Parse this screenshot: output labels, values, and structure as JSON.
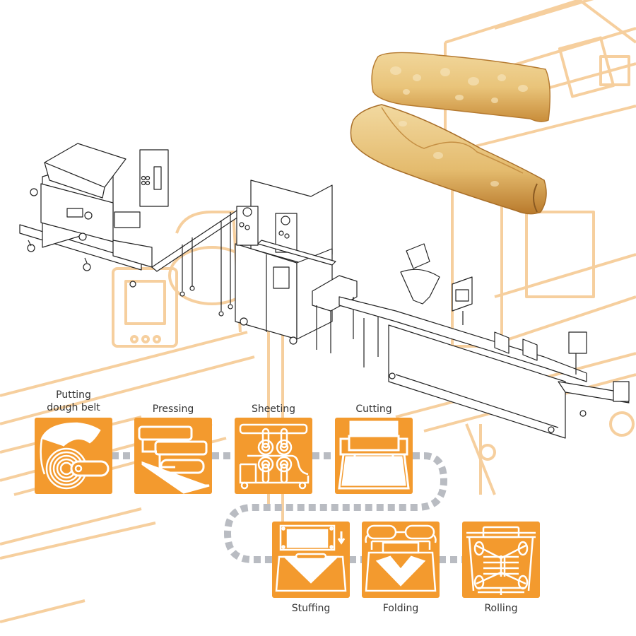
{
  "diagram": {
    "subject": "Egg roll automatic production line",
    "colors": {
      "tile_orange": "#f39a2e",
      "tile_icon": "#ffffff",
      "connector_gray": "#b9bcc2",
      "watermark_orange": "#f6cf9e",
      "label_text": "#333333",
      "machine_line": "#222222"
    },
    "product_image": {
      "name": "fried egg rolls",
      "count": 2
    },
    "machines": [
      {
        "name": "dough-feeder-machine"
      },
      {
        "name": "incline-conveyor"
      },
      {
        "name": "sheeting-machine"
      },
      {
        "name": "cutting-stuffing-folding-rolling-machine"
      }
    ],
    "steps": [
      {
        "label": "Putting dough belt",
        "label_line1": "Putting",
        "label_line2": "dough belt",
        "icon": "dough-belt-roll-icon"
      },
      {
        "label": "Pressing",
        "icon": "pressing-rollers-icon"
      },
      {
        "label": "Sheeting",
        "icon": "sheeting-rollers-icon"
      },
      {
        "label": "Cutting",
        "icon": "cutting-press-icon"
      },
      {
        "label": "Stuffing",
        "icon": "stuffing-depositor-icon"
      },
      {
        "label": "Folding",
        "icon": "folding-icon"
      },
      {
        "label": "Rolling",
        "icon": "rolling-icon"
      }
    ]
  }
}
